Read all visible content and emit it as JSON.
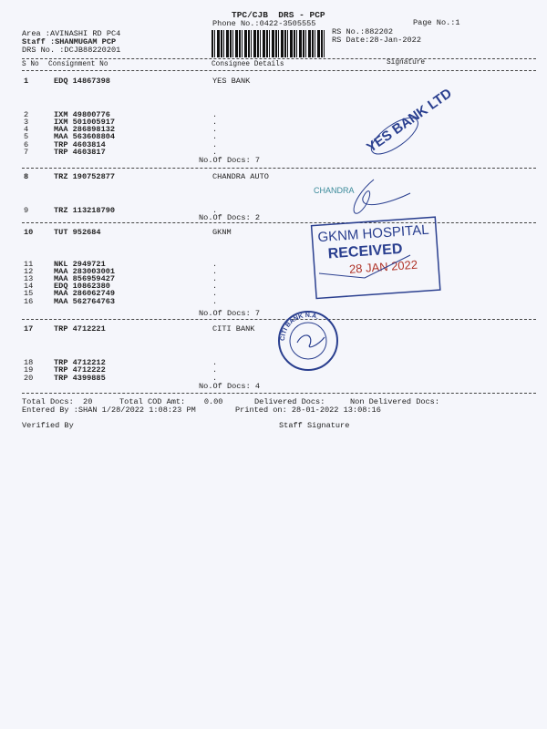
{
  "header": {
    "title": "TPC/CJB  DRS - PCP",
    "phone": "Phone No.:0422-3505555",
    "page_no": "Page No.:1",
    "area": "Area :AVINASHI RD PC4",
    "staff": "Staff :SHANMUGAM PCP",
    "drs_no": "DRS No. :DCJB88220201",
    "rs_no": "RS No.:882202",
    "rs_date": "RS Date:28-Jan-2022"
  },
  "columns": {
    "sno": "S No",
    "consignment": "Consignment No",
    "consignee": "Consignee Details",
    "signature": "Signature"
  },
  "groups": [
    {
      "consignee": "YES BANK",
      "docs": "No.Of Docs: 7",
      "rows": [
        {
          "sno": "1",
          "cno": "EDQ 14867398"
        },
        {
          "sno": "2",
          "cno": "IXM 49800776"
        },
        {
          "sno": "3",
          "cno": "IXM 501005917"
        },
        {
          "sno": "4",
          "cno": "MAA 286898132"
        },
        {
          "sno": "5",
          "cno": "MAA 563608804"
        },
        {
          "sno": "6",
          "cno": "TRP 4603814"
        },
        {
          "sno": "7",
          "cno": "TRP 4603817"
        }
      ]
    },
    {
      "consignee": "CHANDRA AUTO",
      "docs": "No.Of Docs: 2",
      "rows": [
        {
          "sno": "8",
          "cno": "TRZ 190752877"
        },
        {
          "sno": "9",
          "cno": "TRZ 113218790"
        }
      ]
    },
    {
      "consignee": "GKNM",
      "docs": "No.Of Docs: 7",
      "rows": [
        {
          "sno": "10",
          "cno": "TUT 952684"
        },
        {
          "sno": "11",
          "cno": "NKL 2949721"
        },
        {
          "sno": "12",
          "cno": "MAA 283003001"
        },
        {
          "sno": "13",
          "cno": "MAA 856959427"
        },
        {
          "sno": "14",
          "cno": "EDQ 10862380"
        },
        {
          "sno": "15",
          "cno": "MAA 286062749"
        },
        {
          "sno": "16",
          "cno": "MAA 562764763"
        }
      ]
    },
    {
      "consignee": "CITI BANK",
      "docs": "No.Of Docs: 4",
      "rows": [
        {
          "sno": "17",
          "cno": "TRP 4712221"
        },
        {
          "sno": "18",
          "cno": "TRP 4712212"
        },
        {
          "sno": "19",
          "cno": "TRP 4712222"
        },
        {
          "sno": "20",
          "cno": "TRP 4399885"
        }
      ]
    }
  ],
  "dot": ".",
  "footer": {
    "total_docs": "Total Docs:  20",
    "total_cod": "Total COD Amt:    0.00",
    "delivered": "Delivered Docs:",
    "non_delivered": "Non Delivered Docs:",
    "entered_by": "Entered By :SHAN 1/28/2022 1:08:23 PM",
    "printed_on": "Printed on: 28-01-2022 13:08:16",
    "verified_by": "Verified By",
    "staff_signature": "Staff Signature"
  },
  "stamps": {
    "yes_bank": "YES BANK LTD",
    "chandra": "CHANDRA",
    "gknm": "GKNM HOSPITAL",
    "received": "RECEIVED",
    "date": "28 JAN 2022",
    "citi": "CITI BANK N.A."
  },
  "colors": {
    "ink": "#222222",
    "stamp_blue": "#2a3f8f",
    "stamp_red": "#b0352a",
    "stamp_teal": "#3a8a9a"
  }
}
